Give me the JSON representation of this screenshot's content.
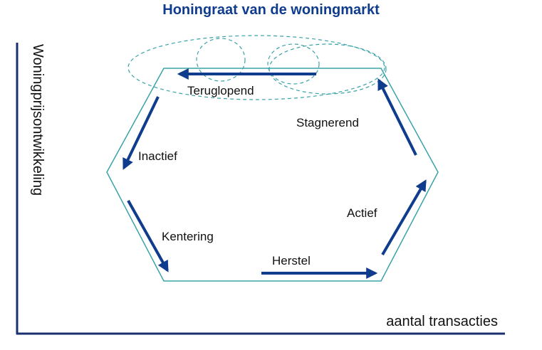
{
  "title": "Honingraat van de woningmarkt",
  "axes": {
    "y_label": "Woningprijsontwikkeling",
    "x_label": "aantal transacties"
  },
  "phases": {
    "teruglopend": "Teruglopend",
    "stagnerend": "Stagnerend",
    "inactief": "Inactief",
    "actief": "Actief",
    "kentering": "Kentering",
    "herstel": "Herstel"
  },
  "colors": {
    "arrow": "#0f3c8c",
    "hexagon": "#3aa3a8",
    "axis": "#1a2f6e",
    "title": "#0f3c8c"
  }
}
